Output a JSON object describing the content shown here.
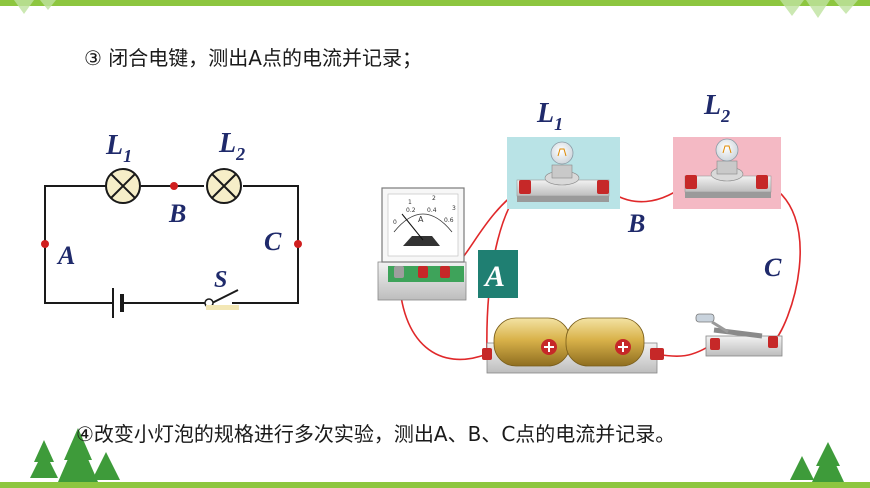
{
  "instructions": {
    "step3": "③ 闭合电键，测出A点的电流并记录；",
    "step4": "④改变小灯泡的规格进行多次实验，测出A、B、C点的电流并记录。"
  },
  "schematic": {
    "lamp1": {
      "letter": "L",
      "sub": "1"
    },
    "lamp2": {
      "letter": "L",
      "sub": "2"
    },
    "point_a": "A",
    "point_b": "B",
    "point_c": "C",
    "switch": "S"
  },
  "apparatus": {
    "lamp1": {
      "letter": "L",
      "sub": "1"
    },
    "lamp2": {
      "letter": "L",
      "sub": "2"
    },
    "ammeter_unit": "A",
    "ammeter_ticks": [
      "0",
      "0.2",
      "0.4",
      "0.6"
    ],
    "ammeter_ticks_outer": [
      "1",
      "2",
      "3"
    ],
    "label_a": "A",
    "label_b": "B",
    "label_c": "C"
  },
  "colors": {
    "top_bar": "#8dc63f",
    "wire_red": "#e0282a",
    "node_red": "#d01f1f",
    "label_navy": "#1f2a6b",
    "lamp1_board": "#b9e3e6",
    "lamp2_board": "#f4b9c4",
    "badge_teal": "#1f7f72",
    "battery_gold": "#d9b24a",
    "tree_green": "#3e9b3a"
  }
}
